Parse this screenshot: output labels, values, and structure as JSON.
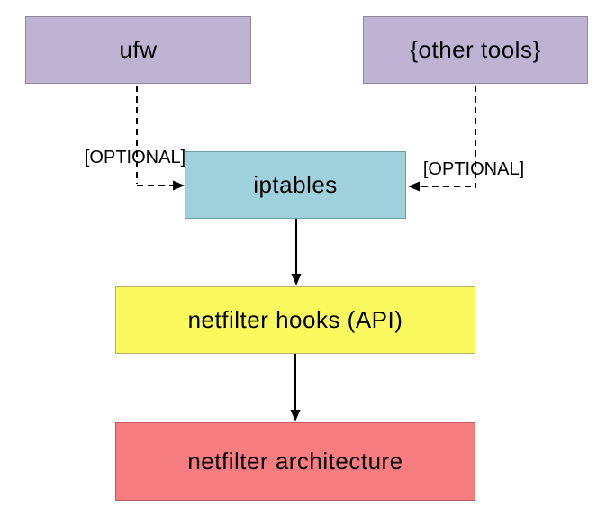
{
  "diagram": {
    "background_color": "#ffffff",
    "line_color": "#000000",
    "text_color": "#000000",
    "nodes": [
      {
        "id": "ufw",
        "label": "ufw",
        "fill": "#beb3d2",
        "border": "#8f8aa0"
      },
      {
        "id": "other-tools",
        "label": "{other tools}",
        "fill": "#beb3d2",
        "border": "#8f8aa0"
      },
      {
        "id": "iptables",
        "label": "iptables",
        "fill": "#9fd1dd",
        "border": "#6f9aab"
      },
      {
        "id": "netfilter-hooks",
        "label": "netfilter hooks (API)",
        "fill": "#fafa5f",
        "border": "#b2b26e"
      },
      {
        "id": "netfilter-architecture",
        "label": "netfilter architecture",
        "fill": "#f87d81",
        "border": "#c25b60"
      }
    ],
    "edges": [
      {
        "from": "ufw",
        "to": "iptables",
        "style": "dashed",
        "label": "[OPTIONAL]"
      },
      {
        "from": "other-tools",
        "to": "iptables",
        "style": "dashed",
        "label": "[OPTIONAL]"
      },
      {
        "from": "iptables",
        "to": "netfilter-hooks",
        "style": "solid",
        "label": ""
      },
      {
        "from": "netfilter-hooks",
        "to": "netfilter-architecture",
        "style": "solid",
        "label": ""
      }
    ]
  }
}
